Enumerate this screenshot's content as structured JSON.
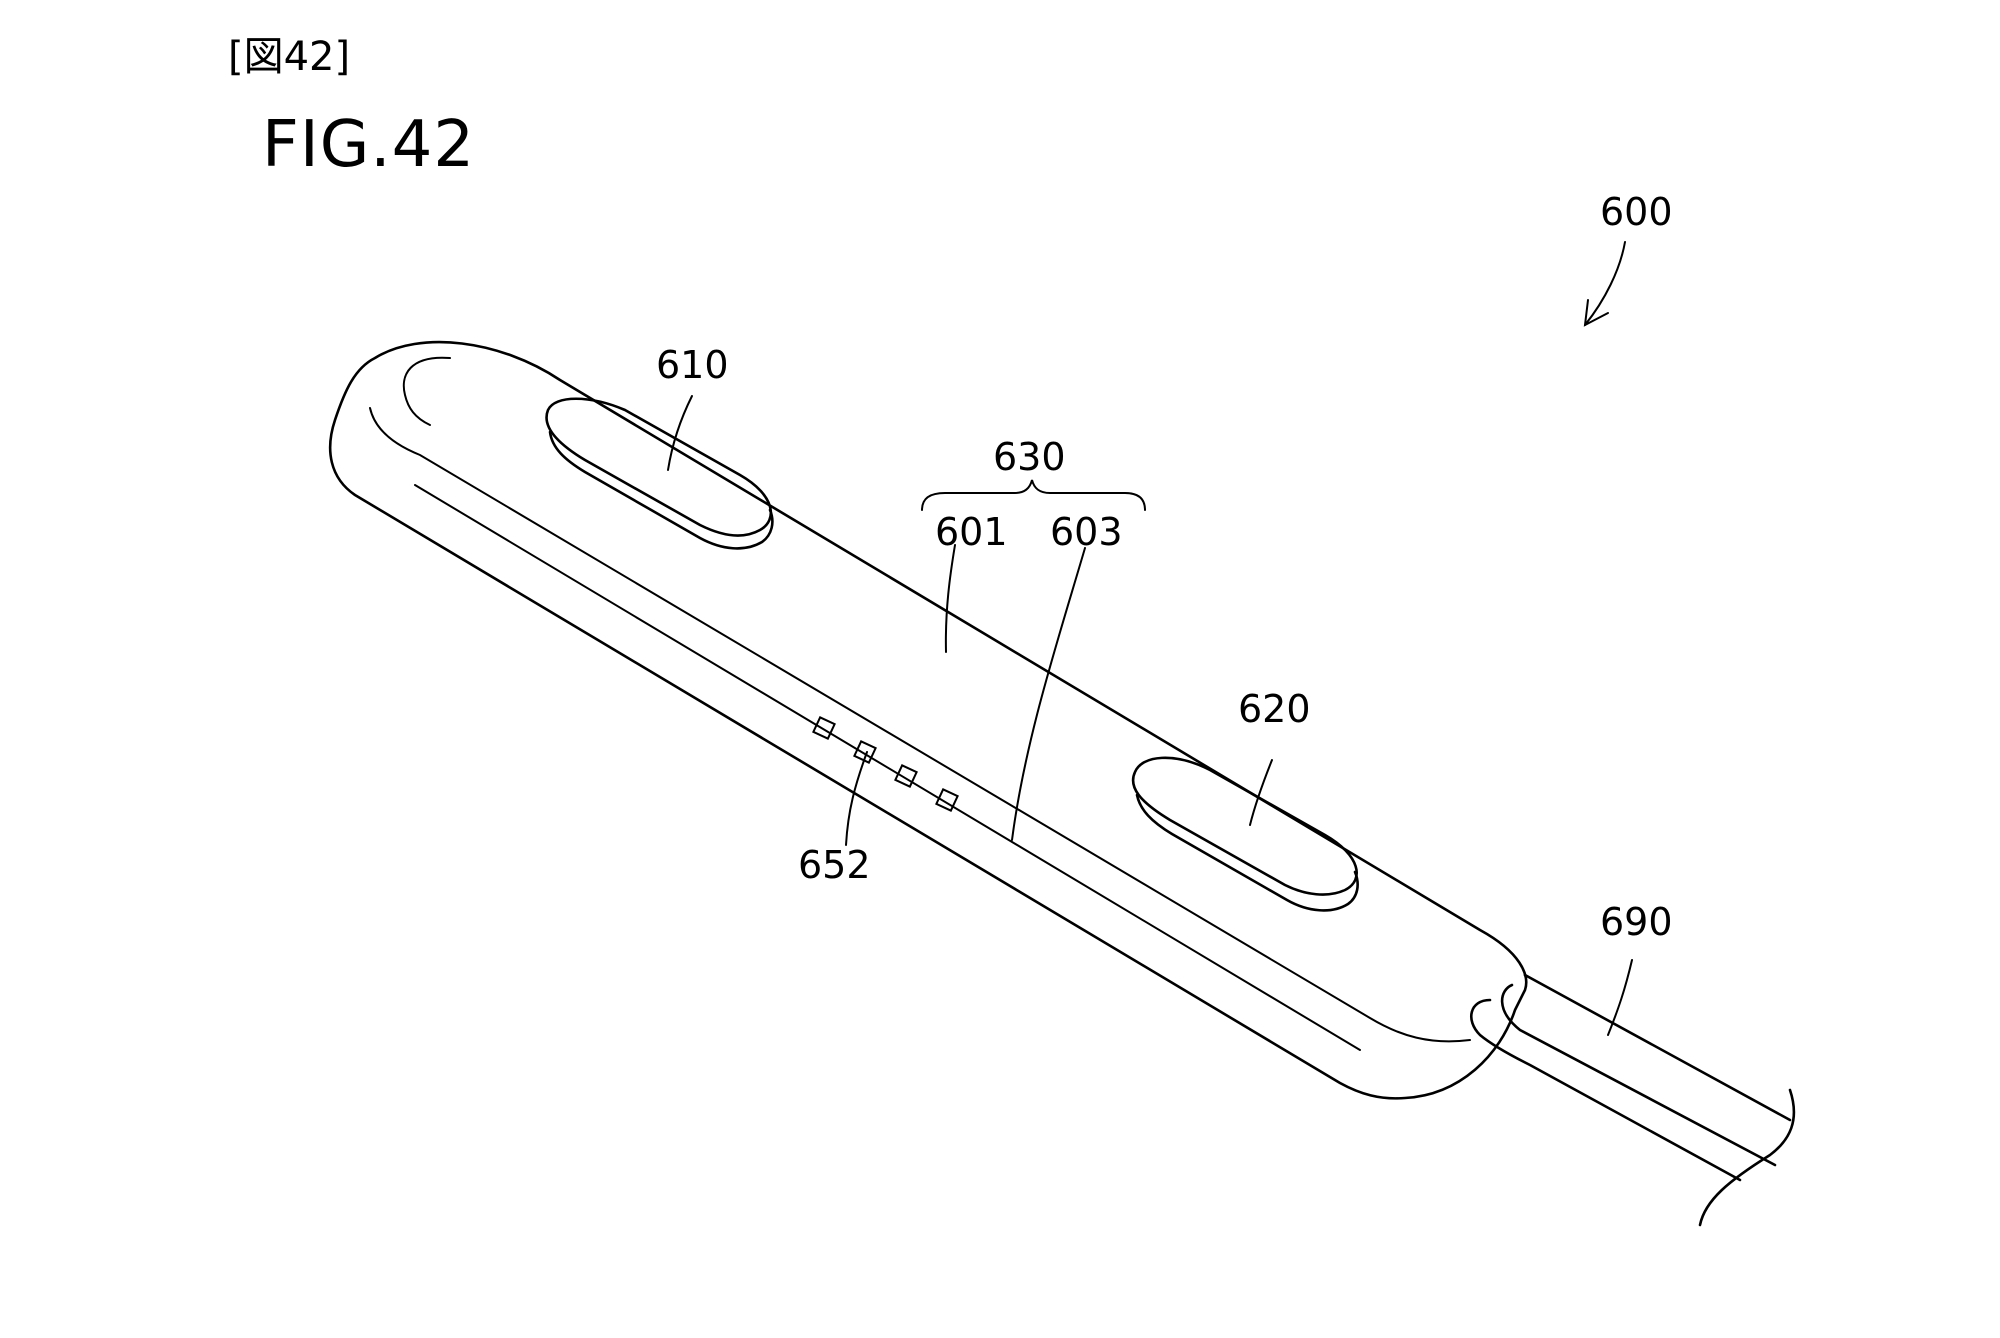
{
  "figure": {
    "tag": "[図42]",
    "title": "FIG.42"
  },
  "labels": {
    "device": "600",
    "button_front": "610",
    "button_rear": "620",
    "body_group": "630",
    "outer_shell": "601",
    "inner_shell": "603",
    "holes": "652",
    "cable": "690"
  }
}
